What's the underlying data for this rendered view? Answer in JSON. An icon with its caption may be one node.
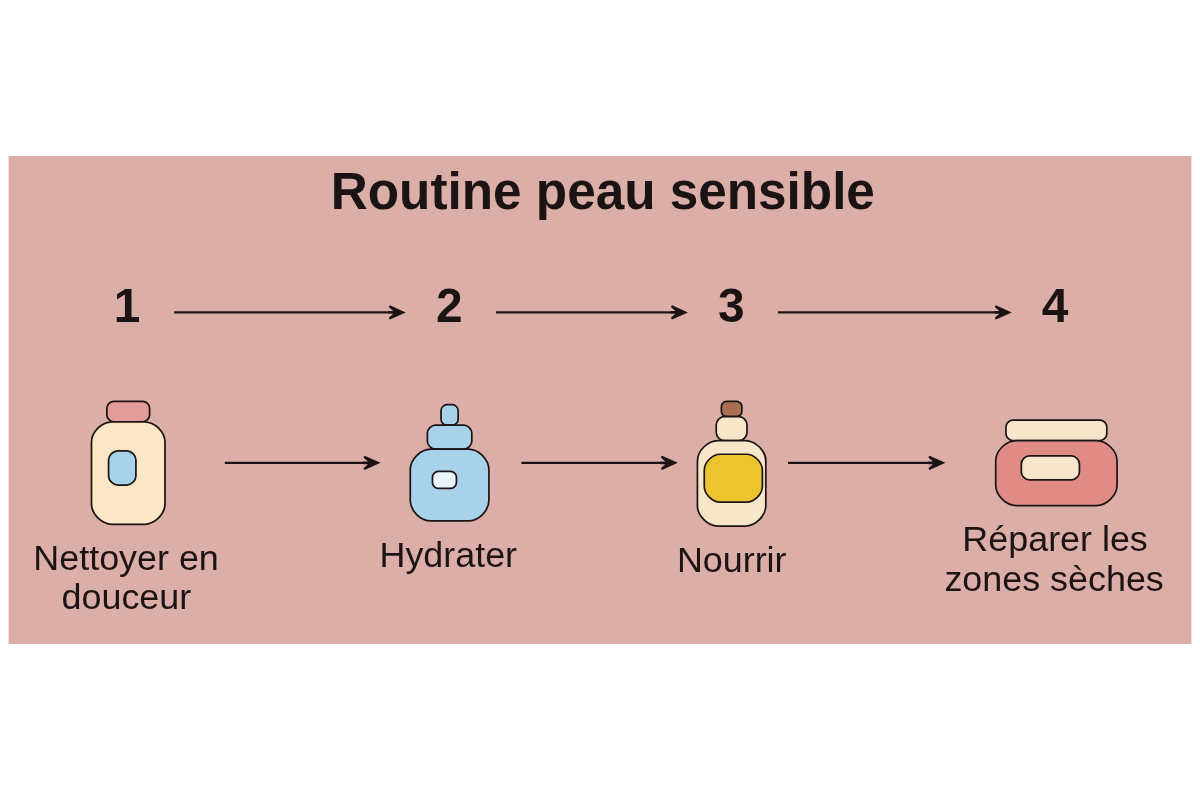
{
  "diagram": {
    "title": "Routine peau sensible",
    "nodes": [
      {
        "text": [
          "1"
        ]
      },
      {
        "text": [
          "2"
        ]
      },
      {
        "text": [
          "3"
        ]
      },
      {
        "text": [
          "4"
        ]
      },
      {
        "text": [],
        "shape": "picture",
        "beside": [
          "Nettoyer en douceur"
        ]
      },
      {
        "text": [],
        "shape": "picture",
        "beside": [
          "Hydrater"
        ]
      },
      {
        "text": [],
        "shape": "picture",
        "beside": [
          "Nourrir"
        ]
      },
      {
        "text": [],
        "shape": "picture",
        "beside": [
          "Réparer les zones sèches"
        ]
      }
    ],
    "edges": [
      {
        "from": 0,
        "to": 1,
        "arrow": "to"
      },
      {
        "from": 1,
        "to": 2,
        "arrow": "to"
      },
      {
        "from": 2,
        "to": 3,
        "arrow": "to"
      },
      {
        "from": 4,
        "to": 5,
        "arrow": "to"
      },
      {
        "from": 5,
        "to": 6,
        "arrow": "to"
      },
      {
        "from": 6,
        "to": 7,
        "arrow": "to"
      }
    ]
  }
}
